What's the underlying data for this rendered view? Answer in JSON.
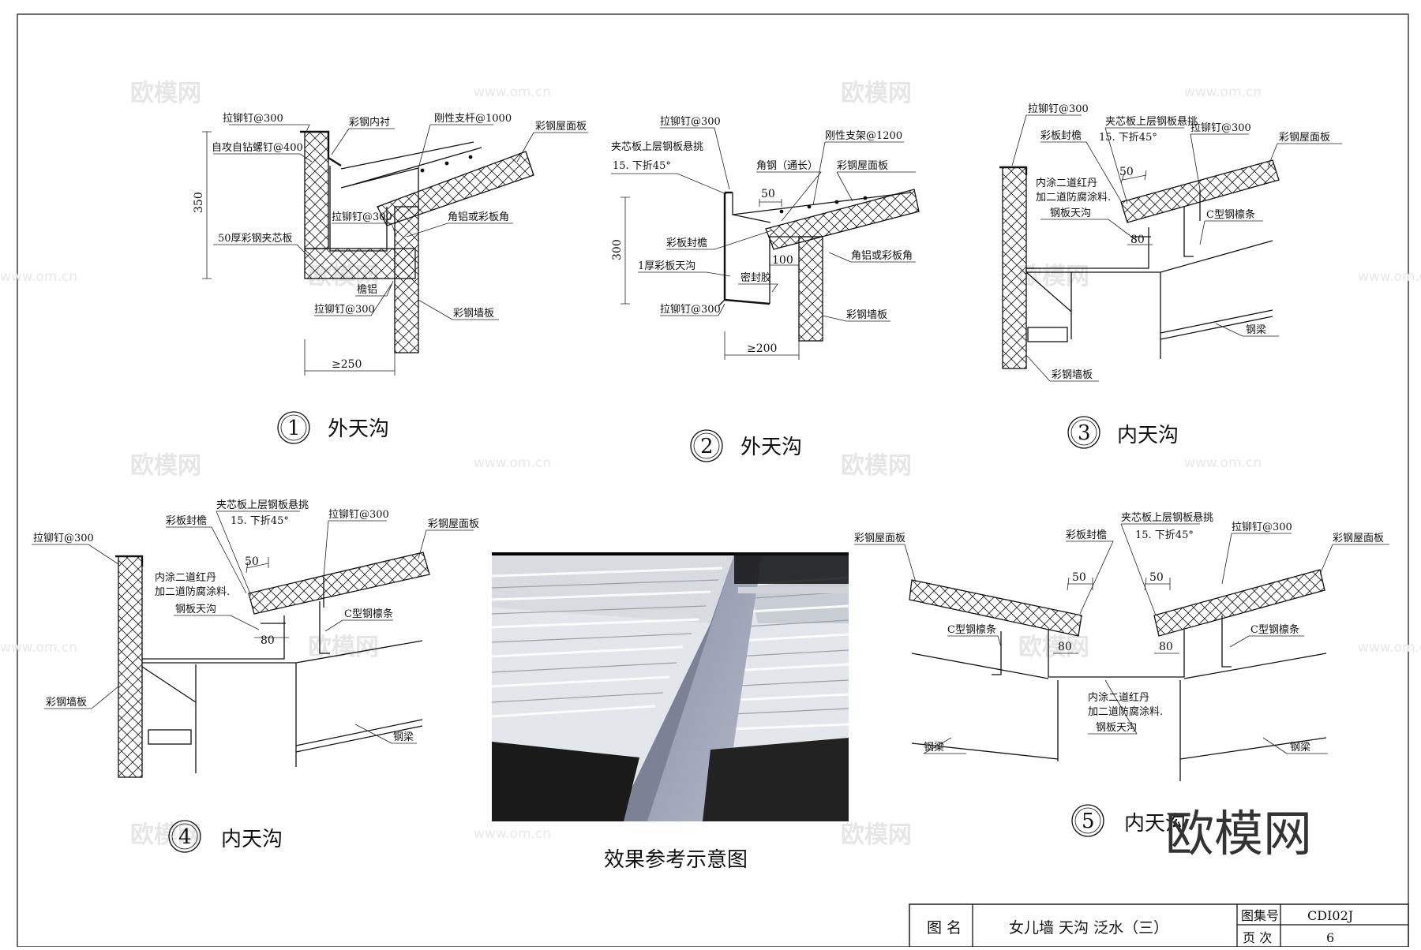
{
  "details": [
    {
      "num": "1",
      "title": "外天沟",
      "labels": [
        "拉铆钉@300",
        "彩钢内衬",
        "刚性支杆@1000",
        "彩钢屋面板",
        "自攻自钻螺钉@400",
        "拉铆钉@300",
        "角铝或彩板角",
        "50厚彩钢夹芯板",
        "檐铝",
        "拉铆钉@300",
        "彩钢墙板"
      ],
      "dims": [
        "350",
        "≥250"
      ]
    },
    {
      "num": "2",
      "title": "外天沟",
      "labels": [
        "拉铆钉@300",
        "夹芯板上层钢板悬挑",
        "15. 下折45°",
        "刚性支架@1200",
        "角钢（通长）",
        "彩钢屋面板",
        "彩板封檐",
        "1厚彩板天沟",
        "密封胶",
        "角铝或彩板角",
        "拉铆钉@300",
        "彩钢墙板"
      ],
      "dims": [
        "300",
        "50",
        "100",
        "≥200"
      ]
    },
    {
      "num": "3",
      "title": "内天沟",
      "labels": [
        "拉铆钉@300",
        "彩板封檐",
        "夹芯板上层钢板悬挑",
        "15. 下折45°",
        "拉铆钉@300",
        "彩钢屋面板",
        "内涂二道红丹",
        "加二道防腐涂料.",
        "钢板天沟",
        "C型钢檩条",
        "钢梁",
        "彩钢墙板"
      ],
      "dims": [
        "50",
        "80"
      ]
    },
    {
      "num": "4",
      "title": "内天沟",
      "labels": [
        "拉铆钉@300",
        "彩板封檐",
        "夹芯板上层钢板悬挑",
        "15. 下折45°",
        "拉铆钉@300",
        "彩钢屋面板",
        "内涂二道红丹",
        "加二道防腐涂料.",
        "钢板天沟",
        "C型钢檩条",
        "彩钢墙板",
        "钢梁"
      ],
      "dims": [
        "50",
        "80"
      ]
    },
    {
      "num": "5",
      "title": "内天沟",
      "labels": [
        "彩钢屋面板",
        "彩板封檐",
        "夹芯板上层钢板悬挑",
        "15. 下折45°",
        "拉铆钉@300",
        "彩钢屋面板",
        "C型钢檩条",
        "C型钢檩条",
        "内涂二道红丹",
        "加二道防腐涂料.",
        "钢板天沟",
        "钢梁",
        "钢梁"
      ],
      "dims": [
        "50",
        "50",
        "80",
        "80"
      ]
    }
  ],
  "photo_caption": "效果参考示意图",
  "title_block": {
    "name_label": "图 名",
    "drawing_name": "女儿墙 天沟  泛水（三）",
    "atlas_label": "图集号",
    "atlas_value": "CDI02J",
    "page_label": "页 次",
    "page_value": "6"
  },
  "watermark": {
    "brand": "欧模网",
    "url": "www.om.cn"
  }
}
